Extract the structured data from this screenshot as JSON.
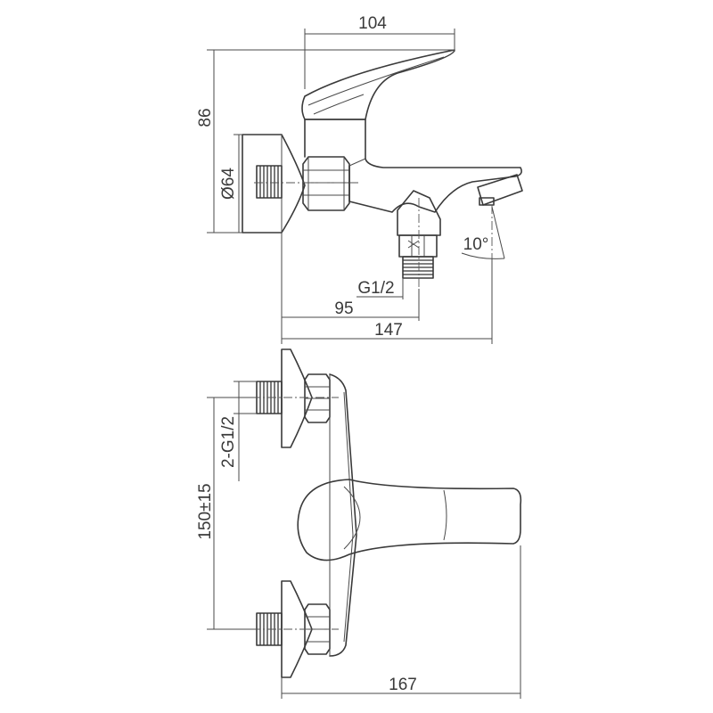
{
  "side_view": {
    "dim_length_top": "104",
    "dim_height": "86",
    "dim_escutcheon_diameter": "Ø64",
    "dim_outlet_thread": "G1/2",
    "dim_outlet_offset": "95",
    "dim_total_projection": "147",
    "dim_spout_angle": "10°"
  },
  "top_view": {
    "dim_inlet_thread": "2-G1/2",
    "dim_inlet_spacing": "150±15",
    "dim_total_width": "167"
  }
}
